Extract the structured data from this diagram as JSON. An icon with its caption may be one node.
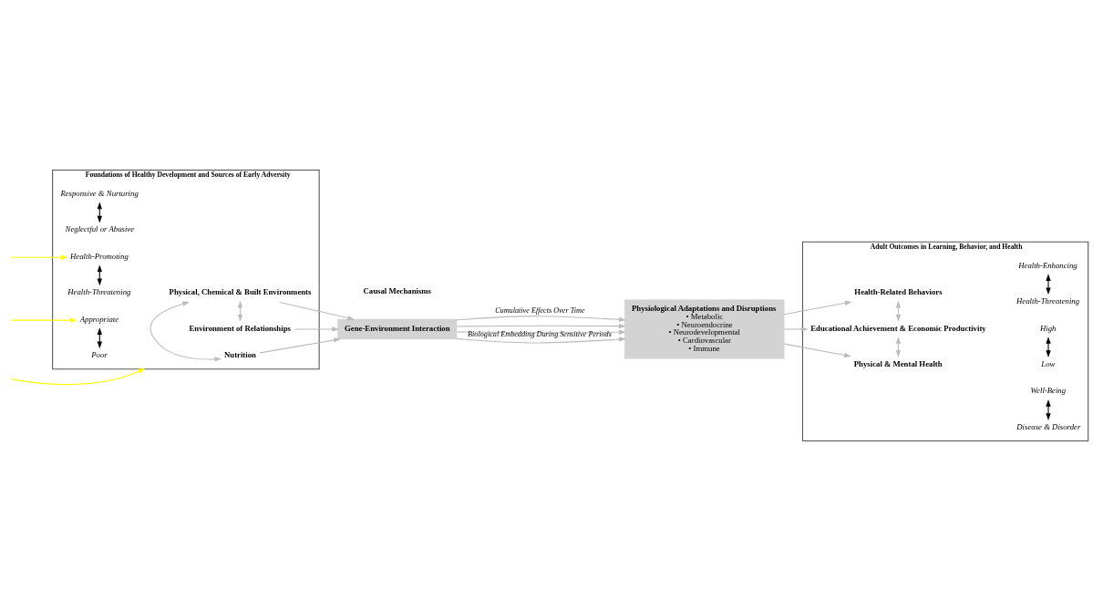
{
  "diagram": {
    "nodes": [
      {
        "text": [
          "Foundations of Healthy Development and Sources of Early Adversity"
        ]
      },
      {
        "text": [
          "Environment of Relationships"
        ],
        "in": 0
      },
      {
        "text": [
          "Responsive & Nurturing"
        ],
        "in": 0
      },
      {
        "text": [
          "Neglectful or Abusive"
        ],
        "in": 0
      },
      {
        "text": [
          "Physical, Chemical & Built Environments"
        ],
        "in": 0
      },
      {
        "text": [
          "Health-Promoting"
        ],
        "in": 0
      },
      {
        "text": [
          "Health-Threatening"
        ],
        "in": 0
      },
      {
        "text": [
          "Nutrition"
        ],
        "in": 0
      },
      {
        "text": [
          "Appropriate"
        ],
        "in": 0
      },
      {
        "text": [
          "Poor"
        ],
        "in": 0
      },
      {
        "text": [
          "Gene-Environment Interaction"
        ]
      },
      {
        "text": [
          "Physiological Adaptations and Disruptions",
          "• Metabolic",
          "• Neuroendocrine",
          "• Neurodevelopmental",
          "• Cardiovascular",
          "• Immune"
        ]
      },
      {
        "text": [
          "Adult Outcomes in Learning, Behavior, and Health"
        ]
      },
      {
        "text": [
          "Health-Related Behaviors"
        ],
        "in": 12
      },
      {
        "text": [
          "Health-Enhancing"
        ],
        "in": 12
      },
      {
        "text": [
          "Health-Threatening"
        ],
        "in": 12
      },
      {
        "text": [
          "Educational Achievement & Economic Productivity"
        ],
        "in": 12
      },
      {
        "text": [
          "High"
        ],
        "in": 12
      },
      {
        "text": [
          "Low"
        ],
        "in": 12
      },
      {
        "text": [
          "Physical & Mental Health"
        ],
        "in": 12
      },
      {
        "text": [
          "Well-Being"
        ],
        "in": 12
      },
      {
        "text": [
          "Disease & Disorder"
        ],
        "in": 12
      }
    ],
    "edges": [
      {
        "from": null,
        "to": 0,
        "arrow": "to",
        "color": "#ffff00"
      },
      {
        "from": null,
        "to": 5,
        "arrow": "to",
        "color": "#ffff00"
      },
      {
        "from": null,
        "to": 8,
        "arrow": "to",
        "color": "#ffff00"
      },
      {
        "from": 2,
        "to": 3,
        "arrow": "both",
        "color": "#000000"
      },
      {
        "from": 1,
        "to": 4,
        "arrow": "both",
        "color": "#bbbbbb"
      },
      {
        "from": 5,
        "to": 6,
        "arrow": "both",
        "color": "#000000"
      },
      {
        "from": 4,
        "to": 7,
        "arrow": "both",
        "color": "#bbbbbb"
      },
      {
        "from": 8,
        "to": 9,
        "arrow": "both",
        "color": "#000000"
      },
      {
        "from": 1,
        "to": 10,
        "arrow": "to",
        "color": "#bbbbbb"
      },
      {
        "from": 4,
        "to": 10,
        "arrow": "to",
        "color": "#bbbbbb"
      },
      {
        "from": 7,
        "to": 10,
        "arrow": "to",
        "color": "#bbbbbb"
      },
      {
        "from": 10,
        "to": 11,
        "arrow": "to",
        "label": "Cumulative Effects Over Time",
        "color": "#bbbbbb"
      },
      {
        "from": 10,
        "to": 11,
        "arrow": "to",
        "color": "#bbbbbb"
      },
      {
        "from": 10,
        "to": 11,
        "arrow": "to",
        "color": "#bbbbbb"
      },
      {
        "from": 10,
        "to": 11,
        "arrow": "to",
        "label": "Biological Embedding During Sensitive Periods",
        "color": "#bbbbbb"
      },
      {
        "from": 11,
        "to": 13,
        "arrow": "to",
        "color": "#bbbbbb"
      },
      {
        "from": 11,
        "to": 16,
        "arrow": "to",
        "color": "#bbbbbb"
      },
      {
        "from": 11,
        "to": 19,
        "arrow": "to",
        "color": "#bbbbbb"
      },
      {
        "from": 14,
        "to": 15,
        "arrow": "both",
        "color": "#000000"
      },
      {
        "from": 13,
        "to": 16,
        "arrow": "both",
        "color": "#bbbbbb"
      },
      {
        "from": 17,
        "to": 18,
        "arrow": "both",
        "color": "#000000"
      },
      {
        "from": 16,
        "to": 19,
        "arrow": "both",
        "color": "#bbbbbb"
      },
      {
        "from": 20,
        "to": 21,
        "arrow": "both",
        "color": "#000000"
      }
    ],
    "labels": [
      "Causal Mechanisms"
    ]
  }
}
